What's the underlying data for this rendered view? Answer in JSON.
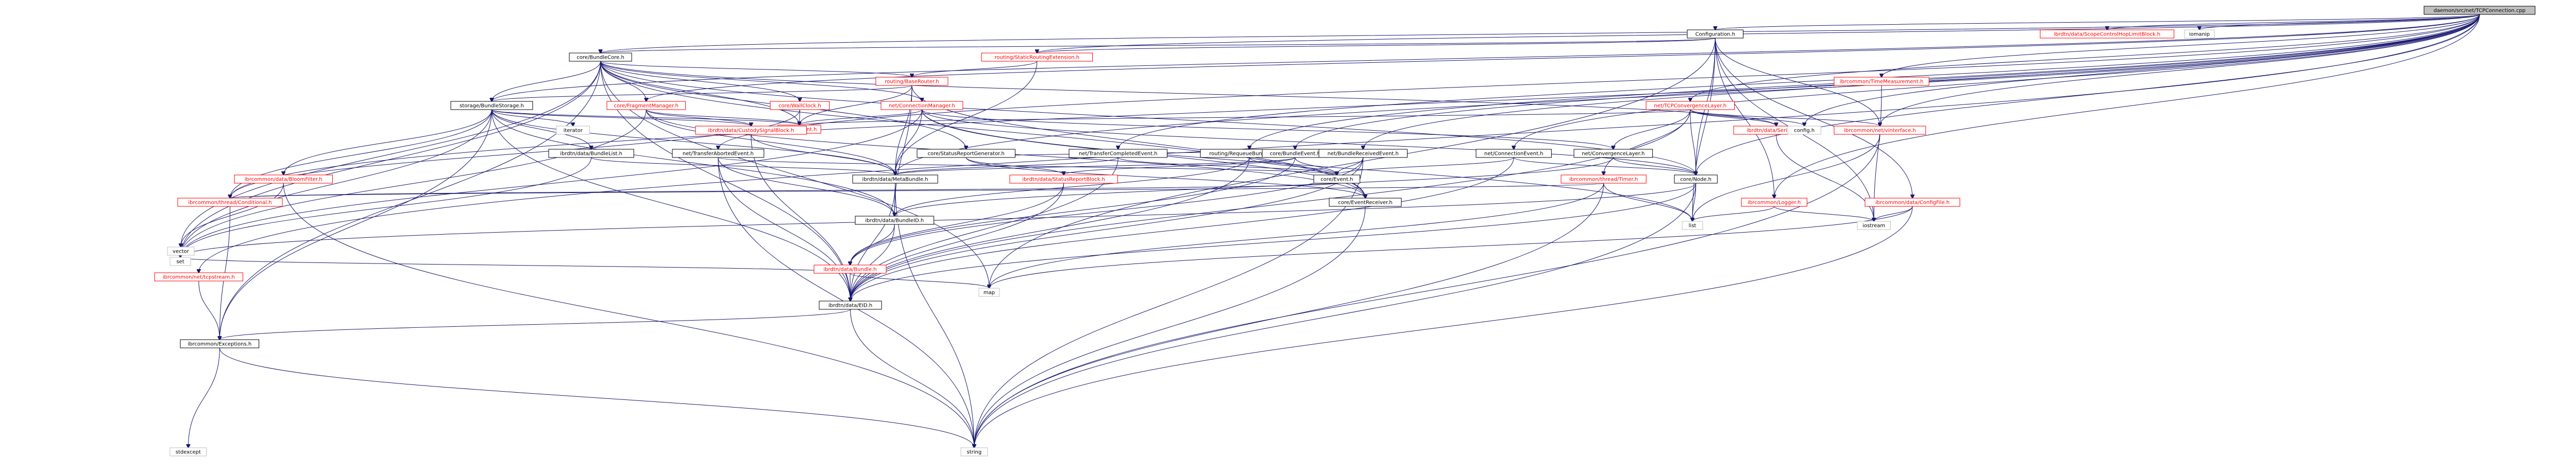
{
  "diagram": {
    "type": "include-dependency-graph",
    "nodes": [
      {
        "id": "root",
        "label": "daemon/src/net/TCPConnection.cpp",
        "style": "root"
      },
      {
        "id": "configuration",
        "label": "Configuration.h",
        "style": "normal"
      },
      {
        "id": "corebundlecore",
        "label": "core/BundleCore.h",
        "style": "normal"
      },
      {
        "id": "staticrouting",
        "label": "routing/StaticRoutingExtension.h",
        "style": "red"
      },
      {
        "id": "baserouter",
        "label": "routing/BaseRouter.h",
        "style": "red"
      },
      {
        "id": "bundlestorage",
        "label": "storage/BundleStorage.h",
        "style": "normal"
      },
      {
        "id": "fragmentmanager",
        "label": "core/FragmentManager.h",
        "style": "red"
      },
      {
        "id": "wallclock",
        "label": "core/WallClock.h",
        "style": "red"
      },
      {
        "id": "connectionmanager",
        "label": "net/ConnectionManager.h",
        "style": "red"
      },
      {
        "id": "component",
        "label": "Component.h",
        "style": "red"
      },
      {
        "id": "tcpcl",
        "label": "net/TCPConvergenceLayer.h",
        "style": "red"
      },
      {
        "id": "serializer",
        "label": "ibrdtn/data/Serializer.h",
        "style": "red"
      },
      {
        "id": "configh",
        "label": "config.h",
        "style": "plain"
      },
      {
        "id": "netinterface",
        "label": "ibrcommon/net/vinterface.h",
        "style": "red"
      },
      {
        "id": "ibrdtnbundlelist",
        "label": "ibrdtn/data/BundleList.h",
        "style": "normal"
      },
      {
        "id": "transferaborted",
        "label": "net/TransferAbortedEvent.h",
        "style": "normal"
      },
      {
        "id": "custodysignal",
        "label": "ibrdtn/data/CustodySignalBlock.h",
        "style": "red"
      },
      {
        "id": "statusreportgen",
        "label": "core/StatusReportGenerator.h",
        "style": "normal"
      },
      {
        "id": "transfercompleted",
        "label": "net/TransferCompletedEvent.h",
        "style": "normal"
      },
      {
        "id": "requeue",
        "label": "routing/RequeueBundleEvent.h",
        "style": "normal"
      },
      {
        "id": "bundleevent",
        "label": "core/BundleEvent.h",
        "style": "normal"
      },
      {
        "id": "bundlereceived",
        "label": "net/BundleReceivedEvent.h",
        "style": "normal"
      },
      {
        "id": "connectionevent",
        "label": "net/ConnectionEvent.h",
        "style": "normal"
      },
      {
        "id": "convergencelayer",
        "label": "net/ConvergenceLayer.h",
        "style": "normal"
      },
      {
        "id": "threadtimer",
        "label": "ibrcommon/thread/Timer.h",
        "style": "red"
      },
      {
        "id": "corenode",
        "label": "core/Node.h",
        "style": "normal"
      },
      {
        "id": "eventreceiver",
        "label": "core/EventReceiver.h",
        "style": "normal"
      },
      {
        "id": "coreevent",
        "label": "core/Event.h",
        "style": "normal"
      },
      {
        "id": "statusreportblock",
        "label": "ibrdtn/data/StatusReportBlock.h",
        "style": "red"
      },
      {
        "id": "metabundle",
        "label": "ibrdtn/data/MetaBundle.h",
        "style": "normal"
      },
      {
        "id": "bundleid",
        "label": "ibrdtn/data/BundleID.h",
        "style": "normal"
      },
      {
        "id": "bundle",
        "label": "ibrdtn/data/Bundle.h",
        "style": "red"
      },
      {
        "id": "eid",
        "label": "ibrdtn/data/EID.h",
        "style": "normal"
      },
      {
        "id": "exceptions",
        "label": "ibrcommon/Exceptions.h",
        "style": "normal"
      },
      {
        "id": "conditional",
        "label": "ibrcommon/thread/Conditional.h",
        "style": "red"
      },
      {
        "id": "bloomfilter",
        "label": "ibrcommon/data/BloomFilter.h",
        "style": "red"
      },
      {
        "id": "tcpstream",
        "label": "ibrcommon/net/tcpstream.h",
        "style": "red"
      },
      {
        "id": "logger",
        "label": "ibrcommon/Logger.h",
        "style": "red"
      },
      {
        "id": "configfile",
        "label": "ibrcommon/data/ConfigFile.h",
        "style": "red"
      },
      {
        "id": "timemeasurement",
        "label": "ibrcommon/TimeMeasurement.h",
        "style": "red"
      },
      {
        "id": "scopecontrol",
        "label": "ibrdtn/data/ScopeControlHopLimitBlock.h",
        "style": "red"
      },
      {
        "id": "iomanip",
        "label": "iomanip",
        "style": "plain"
      },
      {
        "id": "list",
        "label": "list",
        "style": "plain"
      },
      {
        "id": "set",
        "label": "set",
        "style": "plain"
      },
      {
        "id": "map",
        "label": "map",
        "style": "plain"
      },
      {
        "id": "string",
        "label": "string",
        "style": "plain"
      },
      {
        "id": "vector",
        "label": "vector",
        "style": "plain"
      },
      {
        "id": "iostream",
        "label": "iostream",
        "style": "plain"
      },
      {
        "id": "stdexcept",
        "label": "stdexcept",
        "style": "plain"
      },
      {
        "id": "iterator",
        "label": "iterator",
        "style": "plain"
      }
    ],
    "edges": [
      [
        "root",
        "configuration"
      ],
      [
        "root",
        "corebundlecore"
      ],
      [
        "root",
        "staticrouting"
      ],
      [
        "root",
        "bundlestorage"
      ],
      [
        "root",
        "fragmentmanager"
      ],
      [
        "root",
        "tcpcl"
      ],
      [
        "root",
        "configh"
      ],
      [
        "root",
        "netinterface"
      ],
      [
        "root",
        "transferaborted"
      ],
      [
        "root",
        "transfercompleted"
      ],
      [
        "root",
        "requeue"
      ],
      [
        "root",
        "bundleevent"
      ],
      [
        "root",
        "bundlereceived"
      ],
      [
        "root",
        "connectionevent"
      ],
      [
        "root",
        "corenode"
      ],
      [
        "root",
        "metabundle"
      ],
      [
        "root",
        "conditional"
      ],
      [
        "root",
        "tcpstream"
      ],
      [
        "root",
        "logger"
      ],
      [
        "root",
        "timemeasurement"
      ],
      [
        "root",
        "scopecontrol"
      ],
      [
        "root",
        "iomanip"
      ],
      [
        "configuration",
        "corebundlecore"
      ],
      [
        "configuration",
        "staticrouting"
      ],
      [
        "configuration",
        "corenode"
      ],
      [
        "configuration",
        "netinterface"
      ],
      [
        "configuration",
        "logger"
      ],
      [
        "configuration",
        "configfile"
      ],
      [
        "configuration",
        "list"
      ],
      [
        "configuration",
        "map"
      ],
      [
        "configuration",
        "iostream"
      ],
      [
        "corebundlecore",
        "baserouter"
      ],
      [
        "corebundlecore",
        "bundlestorage"
      ],
      [
        "corebundlecore",
        "fragmentmanager"
      ],
      [
        "corebundlecore",
        "wallclock"
      ],
      [
        "corebundlecore",
        "connectionmanager"
      ],
      [
        "corebundlecore",
        "component"
      ],
      [
        "corebundlecore",
        "statusreportgen"
      ],
      [
        "corebundlecore",
        "serializer"
      ],
      [
        "corebundlecore",
        "eventreceiver"
      ],
      [
        "corebundlecore",
        "corenode"
      ],
      [
        "corebundlecore",
        "eid"
      ],
      [
        "corebundlecore",
        "set"
      ],
      [
        "corebundlecore",
        "map"
      ],
      [
        "corebundlecore",
        "vector"
      ],
      [
        "corebundlecore",
        "exceptions"
      ],
      [
        "staticrouting",
        "baserouter"
      ],
      [
        "staticrouting",
        "metabundle"
      ],
      [
        "baserouter",
        "bundlestorage"
      ],
      [
        "baserouter",
        "component"
      ],
      [
        "baserouter",
        "eventreceiver"
      ],
      [
        "baserouter",
        "metabundle"
      ],
      [
        "baserouter",
        "bundleid"
      ],
      [
        "bundlestorage",
        "custodysignal"
      ],
      [
        "bundlestorage",
        "ibrdtnbundlelist"
      ],
      [
        "bundlestorage",
        "metabundle"
      ],
      [
        "bundlestorage",
        "bundleid"
      ],
      [
        "bundlestorage",
        "eid"
      ],
      [
        "bundlestorage",
        "bloomfilter"
      ],
      [
        "bundlestorage",
        "conditional"
      ],
      [
        "bundlestorage",
        "component"
      ],
      [
        "bundlestorage",
        "iterator"
      ],
      [
        "bundlestorage",
        "set"
      ],
      [
        "bundlestorage",
        "exceptions"
      ],
      [
        "fragmentmanager",
        "component"
      ],
      [
        "fragmentmanager",
        "eventreceiver"
      ],
      [
        "fragmentmanager",
        "metabundle"
      ],
      [
        "fragmentmanager",
        "custodysignal"
      ],
      [
        "fragmentmanager",
        "set"
      ],
      [
        "wallclock",
        "component"
      ],
      [
        "wallclock",
        "conditional"
      ],
      [
        "connectionmanager",
        "component"
      ],
      [
        "connectionmanager",
        "convergencelayer"
      ],
      [
        "connectionmanager",
        "eventreceiver"
      ],
      [
        "connectionmanager",
        "corenode"
      ],
      [
        "connectionmanager",
        "metabundle"
      ],
      [
        "connectionmanager",
        "list"
      ],
      [
        "connectionmanager",
        "set"
      ],
      [
        "tcpcl",
        "convergencelayer"
      ],
      [
        "tcpcl",
        "component"
      ],
      [
        "tcpcl",
        "serializer"
      ],
      [
        "tcpcl",
        "netinterface"
      ],
      [
        "tcpcl",
        "threadtimer"
      ],
      [
        "tcpcl",
        "corenode"
      ],
      [
        "tcpcl",
        "eid"
      ],
      [
        "tcpcl",
        "configh"
      ],
      [
        "transferaborted",
        "coreevent"
      ],
      [
        "transferaborted",
        "eid"
      ],
      [
        "transferaborted",
        "bundleid"
      ],
      [
        "transferaborted",
        "string"
      ],
      [
        "transfercompleted",
        "coreevent"
      ],
      [
        "transfercompleted",
        "metabundle"
      ],
      [
        "transfercompleted",
        "eid"
      ],
      [
        "statusreportgen",
        "eventreceiver"
      ],
      [
        "statusreportgen",
        "statusreportblock"
      ],
      [
        "statusreportgen",
        "bundleevent"
      ],
      [
        "requeue",
        "coreevent"
      ],
      [
        "requeue",
        "bundleid"
      ],
      [
        "requeue",
        "eid"
      ],
      [
        "bundleevent",
        "coreevent"
      ],
      [
        "bundleevent",
        "metabundle"
      ],
      [
        "bundleevent",
        "statusreportblock"
      ],
      [
        "bundleevent",
        "bundle"
      ],
      [
        "bundlereceived",
        "coreevent"
      ],
      [
        "bundlereceived",
        "bundle"
      ],
      [
        "bundlereceived",
        "eid"
      ],
      [
        "bundlereceived",
        "string"
      ],
      [
        "connectionevent",
        "coreevent"
      ],
      [
        "connectionevent",
        "corenode"
      ],
      [
        "connectionevent",
        "eid"
      ],
      [
        "convergencelayer",
        "corenode"
      ],
      [
        "convergencelayer",
        "bundleid"
      ],
      [
        "threadtimer",
        "conditional"
      ],
      [
        "threadtimer",
        "list"
      ],
      [
        "threadtimer",
        "string"
      ],
      [
        "threadtimer",
        "map"
      ],
      [
        "corenode",
        "eid"
      ],
      [
        "corenode",
        "string"
      ],
      [
        "corenode",
        "list"
      ],
      [
        "corenode",
        "set"
      ],
      [
        "eventreceiver",
        "string"
      ],
      [
        "coreevent",
        "conditional"
      ],
      [
        "statusreportblock",
        "eid"
      ],
      [
        "statusreportblock",
        "bundle"
      ],
      [
        "metabundle",
        "bundleid"
      ],
      [
        "metabundle",
        "eid"
      ],
      [
        "metabundle",
        "string"
      ],
      [
        "bundleid",
        "bundle"
      ],
      [
        "bundleid",
        "eid"
      ],
      [
        "bundle",
        "eid"
      ],
      [
        "bundle",
        "set"
      ],
      [
        "bundle",
        "map"
      ],
      [
        "eid",
        "exceptions"
      ],
      [
        "eid",
        "string"
      ],
      [
        "exceptions",
        "string"
      ],
      [
        "exceptions",
        "stdexcept"
      ],
      [
        "conditional",
        "exceptions"
      ],
      [
        "bloomfilter",
        "vector"
      ],
      [
        "bloomfilter",
        "string"
      ],
      [
        "tcpstream",
        "exceptions"
      ],
      [
        "logger",
        "iostream"
      ],
      [
        "logger",
        "list"
      ],
      [
        "configfile",
        "iostream"
      ],
      [
        "configfile",
        "map"
      ],
      [
        "configfile",
        "string"
      ],
      [
        "netinterface",
        "list"
      ],
      [
        "netinterface",
        "string"
      ],
      [
        "timemeasurement",
        "iostream"
      ],
      [
        "ibrdtnbundlelist",
        "set"
      ],
      [
        "ibrdtnbundlelist",
        "metabundle"
      ],
      [
        "custodysignal",
        "eid"
      ],
      [
        "custodysignal",
        "metabundle"
      ],
      [
        "serializer",
        "iostream"
      ]
    ]
  }
}
